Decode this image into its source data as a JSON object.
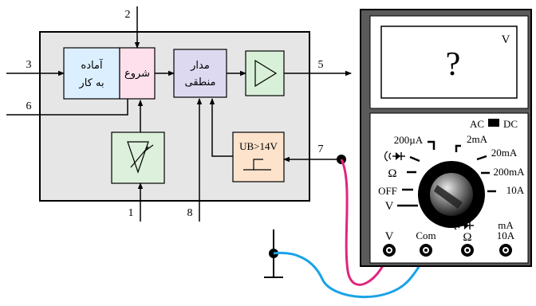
{
  "ic_diagram": {
    "pins": [
      "1",
      "2",
      "3",
      "5",
      "6",
      "7",
      "8"
    ],
    "blocks": {
      "ready": [
        "آماده",
        "به کار"
      ],
      "start": "شروع",
      "logic": [
        "مدار",
        "منطقی"
      ],
      "comparator": "UB>14V"
    }
  },
  "multimeter": {
    "display": {
      "value": "?",
      "unit": "V"
    },
    "mode": {
      "ac": "AC",
      "dc": "DC"
    },
    "ranges": {
      "ua200": "200µA",
      "ma2": "2mA",
      "ma20": "20mA",
      "ma200": "200mA",
      "a10": "10A",
      "ohm": "Ω",
      "off": "OFF",
      "volt": "V"
    },
    "jacks": {
      "v": "V",
      "com": "Com",
      "ohm": "Ω",
      "ma": "mA",
      "a10": "10A"
    }
  },
  "colors": {
    "ic_body": "#e6e6e6",
    "ready_block": "#dcefff",
    "start_block": "#fde0ec",
    "logic_block": "#dcd9f0",
    "amp_block": "#d8f0d8",
    "sensor_block": "#dcf0dc",
    "comparator_block": "#fde3cc",
    "meter_body": "#5a5a5a",
    "probe_red": "#e0257f",
    "probe_blue": "#1aa3e6"
  }
}
